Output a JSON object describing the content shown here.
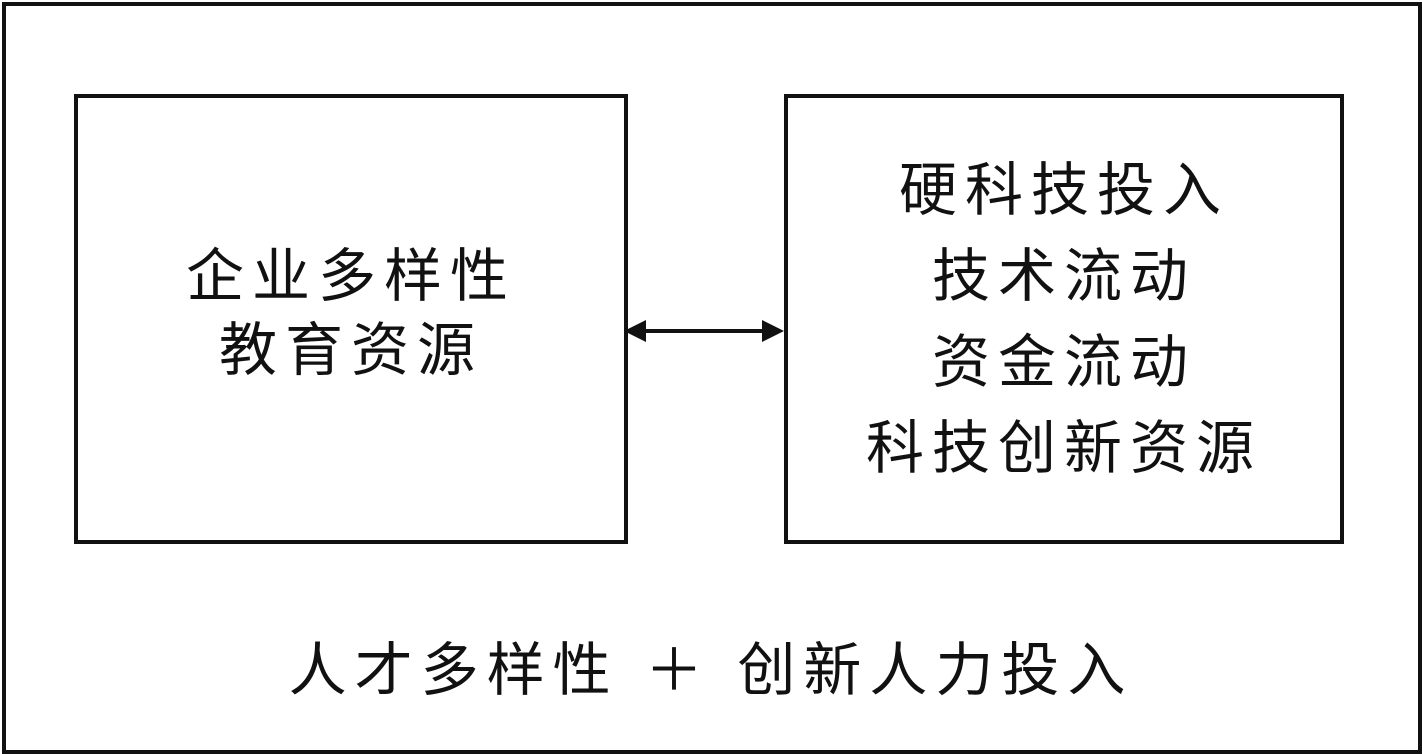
{
  "left_box": {
    "lines": [
      "企业多样性",
      "教育资源"
    ]
  },
  "right_box": {
    "lines": [
      "硬科技投入",
      "技术流动",
      "资金流动",
      "科技创新资源"
    ]
  },
  "caption": "人才多样性 ＋ 创新人力投入",
  "connector": {
    "type": "bidirectional-arrow"
  },
  "colors": {
    "stroke": "#111111",
    "background": "#ffffff"
  }
}
